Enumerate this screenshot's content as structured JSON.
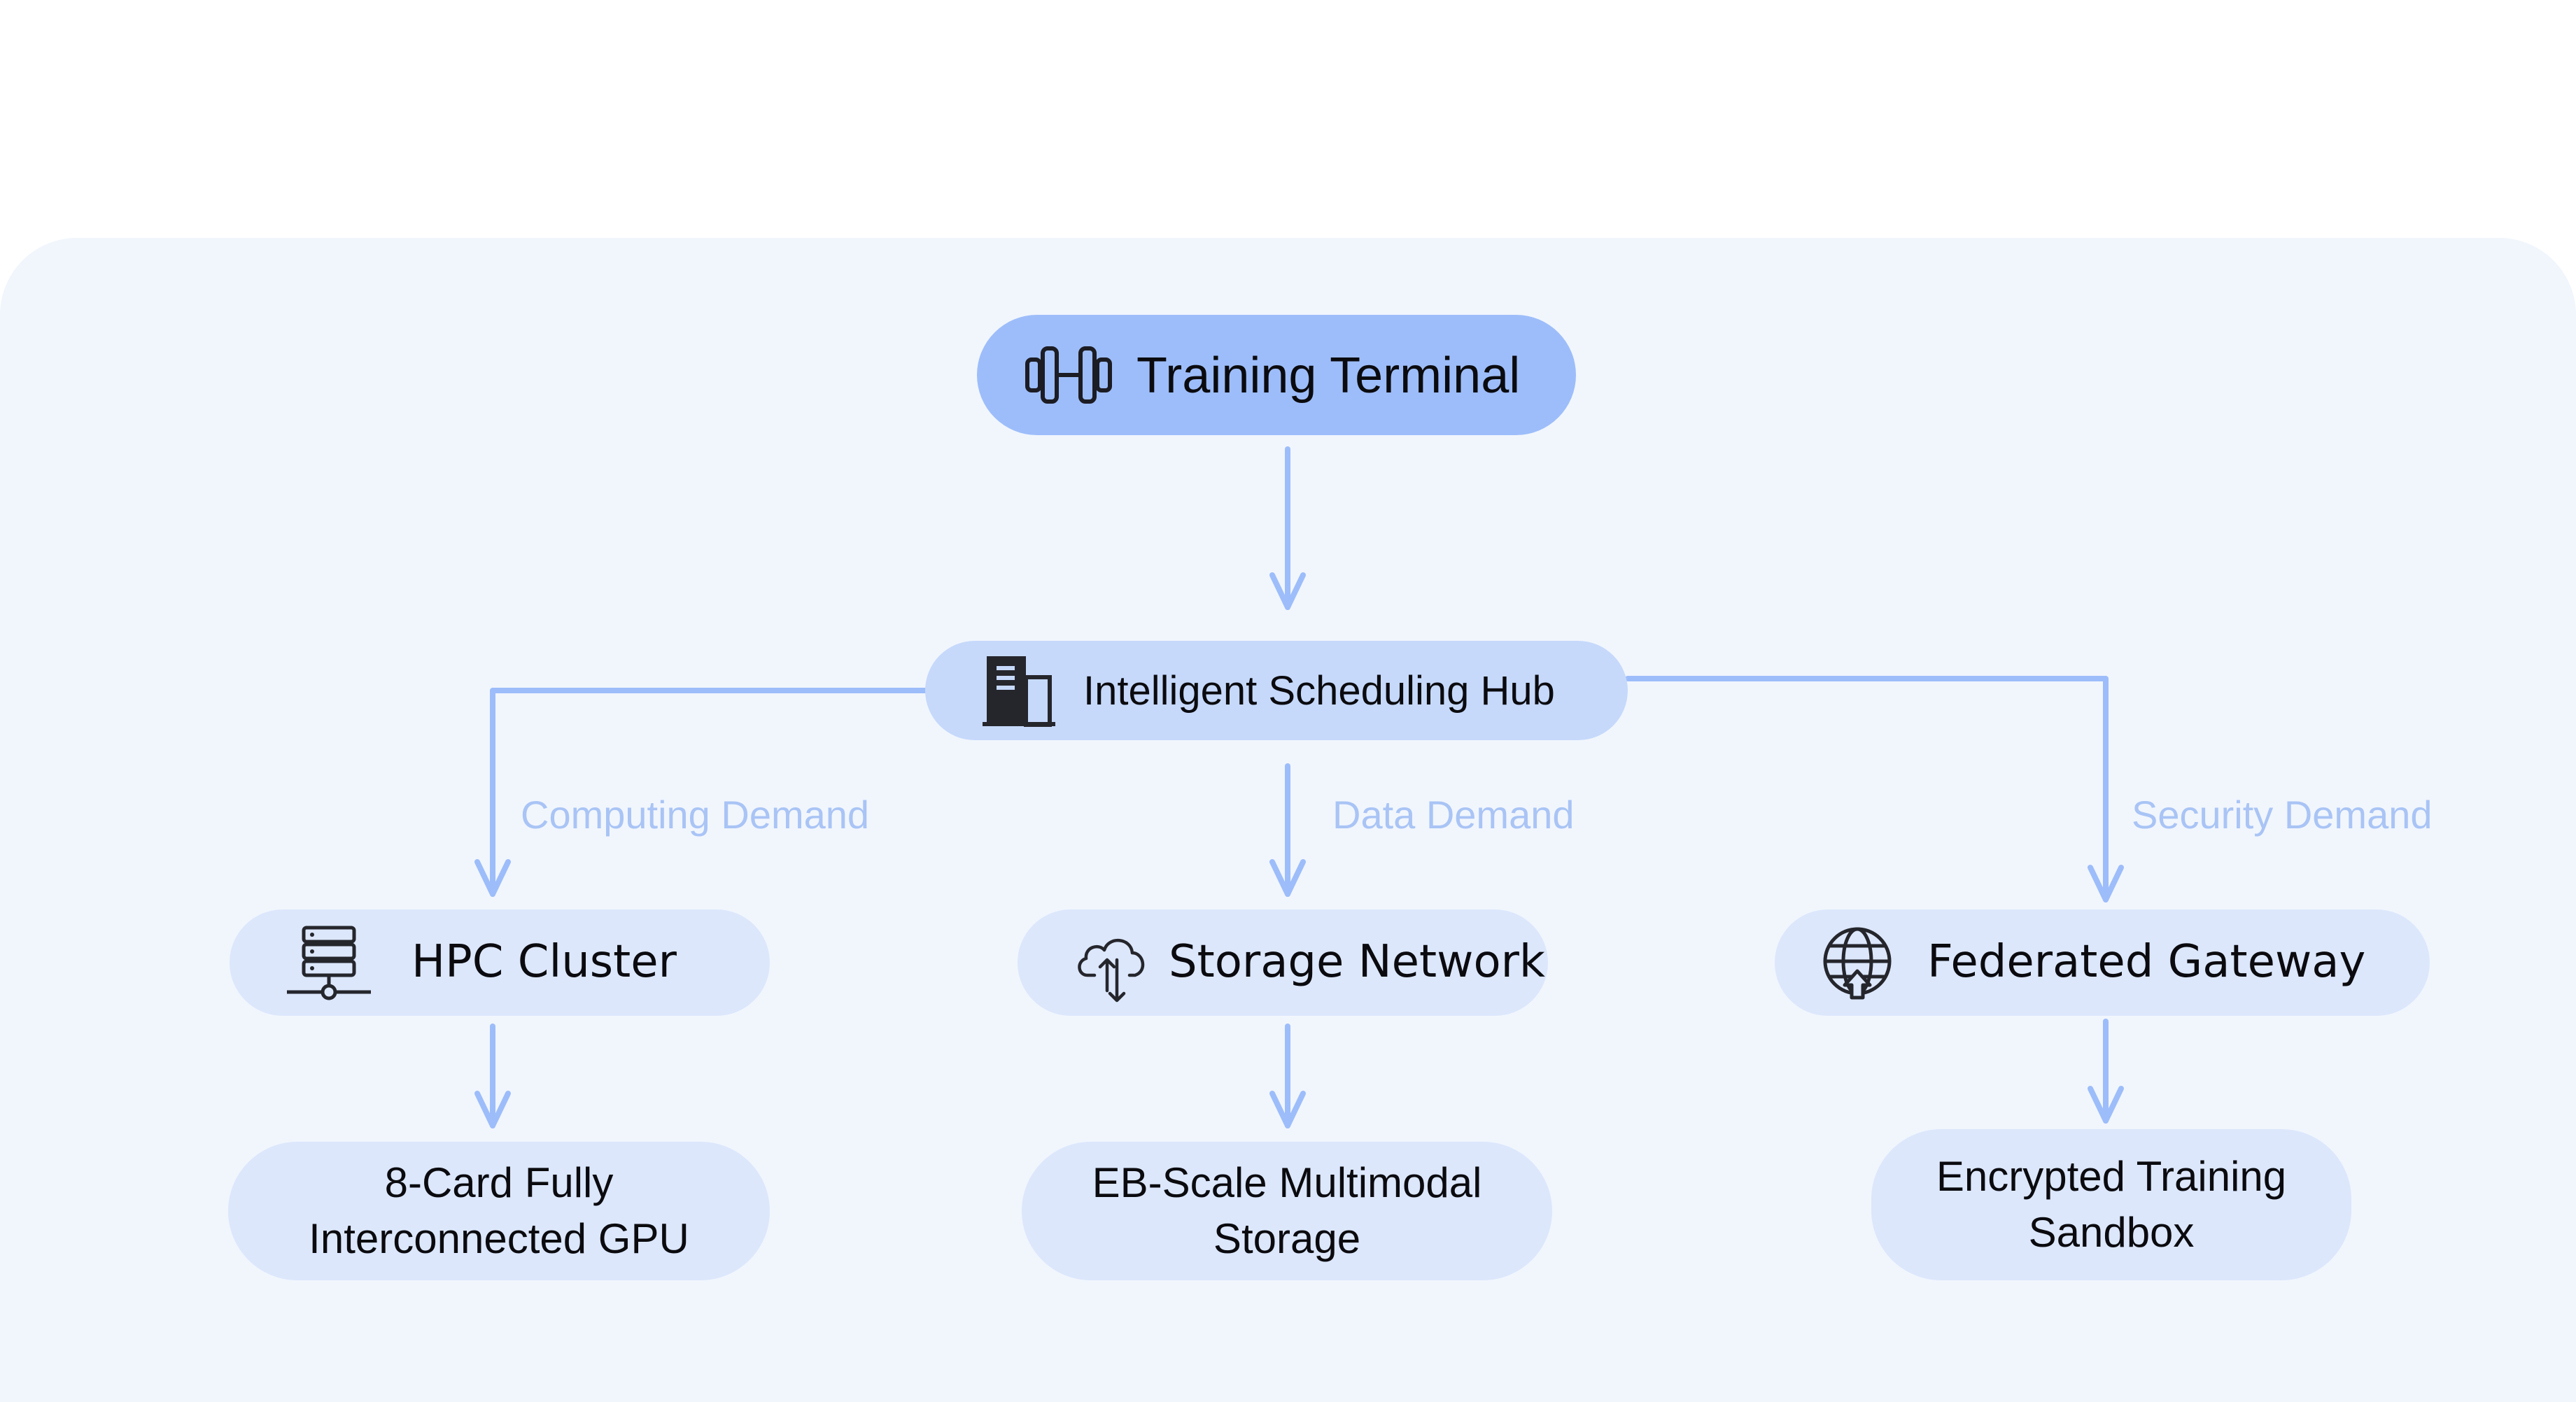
{
  "diagram": {
    "root": {
      "label": "Training Terminal",
      "icon": "dumbbell-icon"
    },
    "hub": {
      "label": "Intelligent Scheduling Hub",
      "icon": "server-tower-icon"
    },
    "branches": [
      {
        "edge_label": "Computing Demand",
        "node": {
          "label": "HPC Cluster",
          "icon": "server-stack-icon"
        },
        "leaf": {
          "line1": "8-Card Fully",
          "line2": "Interconnected GPU"
        }
      },
      {
        "edge_label": "Data Demand",
        "node": {
          "label": "Storage Network",
          "icon": "cloud-sync-icon"
        },
        "leaf": {
          "line1": "EB-Scale Multimodal",
          "line2": "Storage"
        }
      },
      {
        "edge_label": "Security Demand",
        "node": {
          "label": "Federated Gateway",
          "icon": "globe-upload-icon"
        },
        "leaf": {
          "line1": "Encrypted Training",
          "line2": "Sandbox"
        }
      }
    ]
  },
  "colors": {
    "panel_bg": "#f1f6fd",
    "root_fill": "#9dbdfa",
    "hub_fill": "#c6d9fb",
    "node_fill": "#dce7fc",
    "connector": "#9dbdfa",
    "edge_label": "#a9c4f5",
    "text": "#0b0b0f"
  }
}
